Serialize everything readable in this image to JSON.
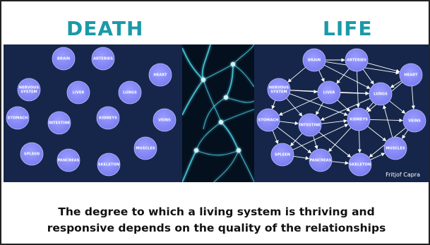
{
  "headings": {
    "left": "DEATH",
    "right": "LIFE"
  },
  "credit": "Fritjof Capra",
  "caption": {
    "line1": "The degree to which a living system is thriving and",
    "line2": "responsive depends on the quality of the relationships"
  },
  "node_color": "#7a7ef0",
  "accent_color": "#1a9aa8",
  "nodes": [
    {
      "id": "brain",
      "label": "BRAIN"
    },
    {
      "id": "arteries",
      "label": "ARTERIES"
    },
    {
      "id": "heart",
      "label": "HEART"
    },
    {
      "id": "nervous",
      "label": "NERVOUS SYSTEM"
    },
    {
      "id": "liver",
      "label": "LIVER"
    },
    {
      "id": "lungs",
      "label": "LUNGS"
    },
    {
      "id": "stomach",
      "label": "STOMACH"
    },
    {
      "id": "intestine",
      "label": "INTESTINE"
    },
    {
      "id": "kidneys",
      "label": "KIDNEYS"
    },
    {
      "id": "veins",
      "label": "VEINS"
    },
    {
      "id": "spleen",
      "label": "SPLEEN"
    },
    {
      "id": "pancreas",
      "label": "PANCREAS"
    },
    {
      "id": "skeleton",
      "label": "SKELETON"
    },
    {
      "id": "muscles",
      "label": "MUSCLES"
    }
  ]
}
